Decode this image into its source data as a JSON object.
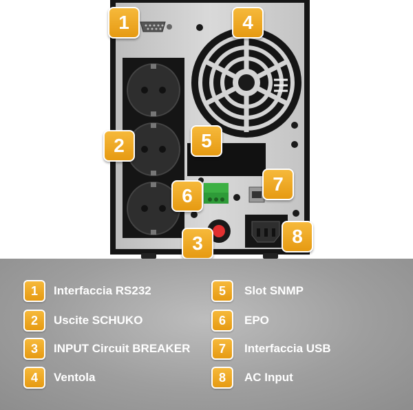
{
  "callouts": [
    {
      "num": "1",
      "label": "Interfaccia RS232"
    },
    {
      "num": "2",
      "label": "Uscite SCHUKO"
    },
    {
      "num": "3",
      "label": "INPUT Circuit BREAKER"
    },
    {
      "num": "4",
      "label": "Ventola"
    },
    {
      "num": "5",
      "label": "Slot SNMP"
    },
    {
      "num": "6",
      "label": "EPO"
    },
    {
      "num": "7",
      "label": "Interfaccia USB"
    },
    {
      "num": "8",
      "label": "AC Input"
    }
  ],
  "colors": {
    "badge": "#f0a726",
    "panel": "#cfcfcf",
    "frame": "#1a1a1a",
    "legend_bg": "#a6a6a6"
  }
}
